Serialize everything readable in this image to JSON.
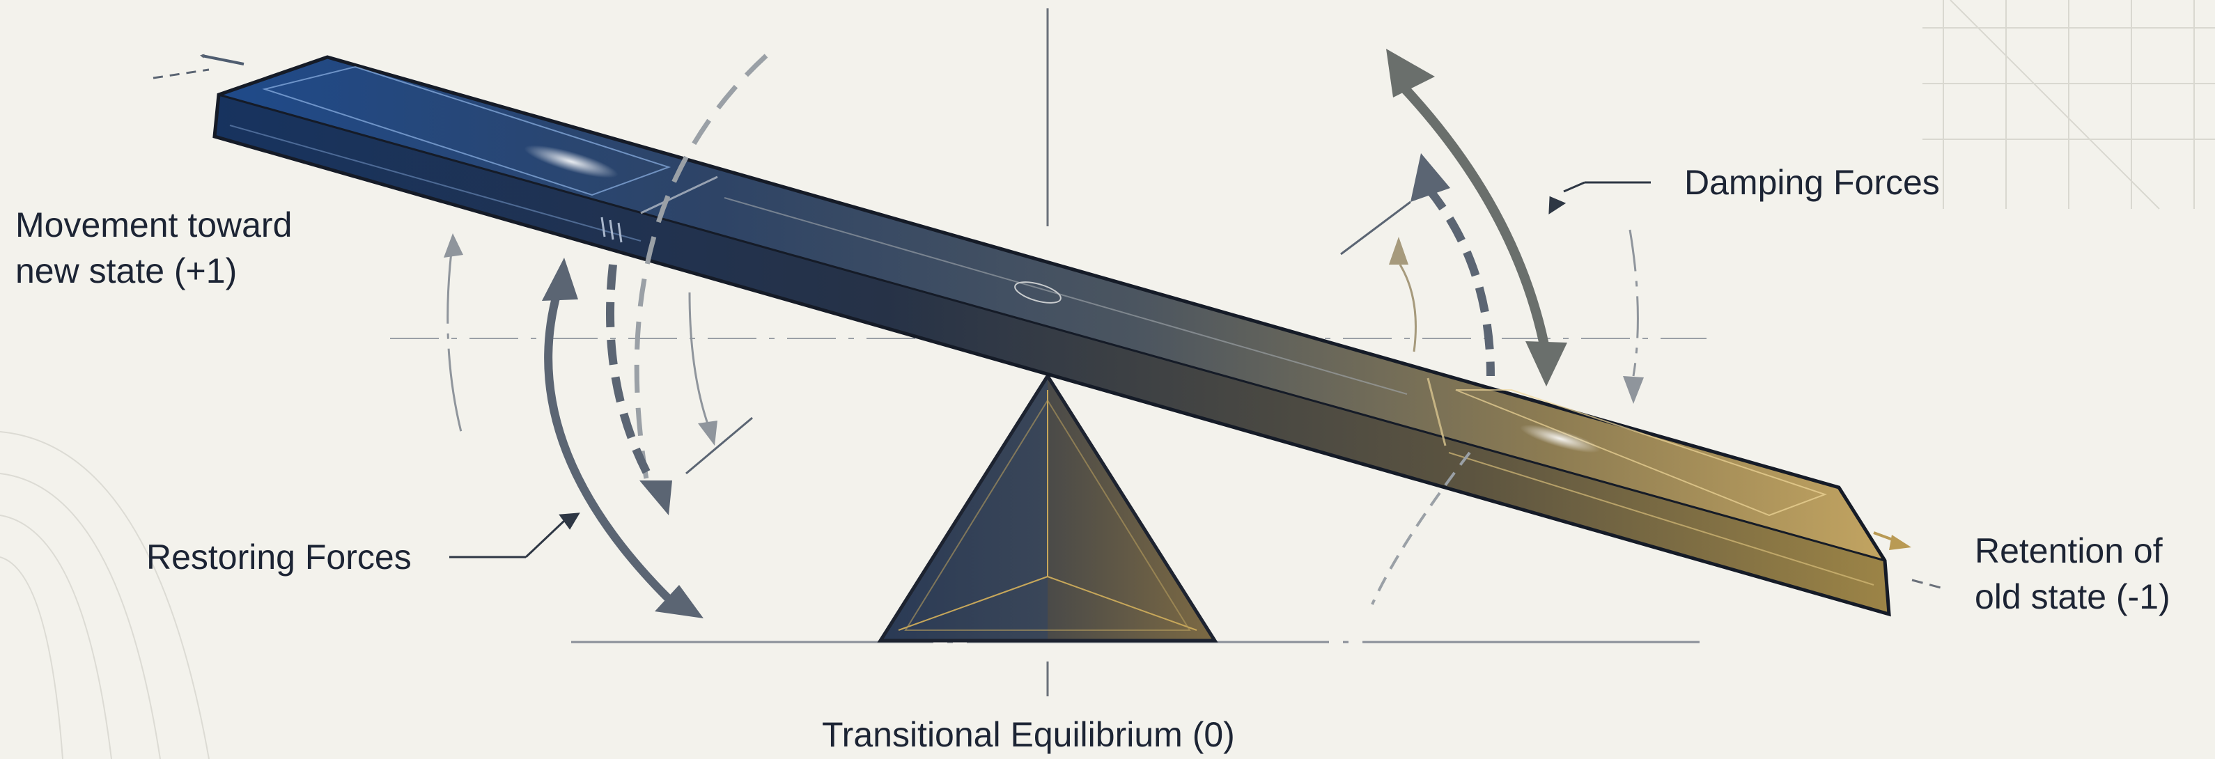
{
  "labels": {
    "movement_line1": "Movement toward",
    "movement_line2": "new state (+1)",
    "damping": "Damping Forces",
    "restoring": "Restoring Forces",
    "retention_line1": "Retention of",
    "retention_line2": "old state (-1)",
    "equilibrium": "Transitional Equilibrium (0)"
  },
  "colors": {
    "background": "#f3f2ec",
    "new_state_blue": "#2f5590",
    "old_state_gold": "#b99a54",
    "arrow_gray": "#5b6573",
    "text": "#1c2434"
  }
}
